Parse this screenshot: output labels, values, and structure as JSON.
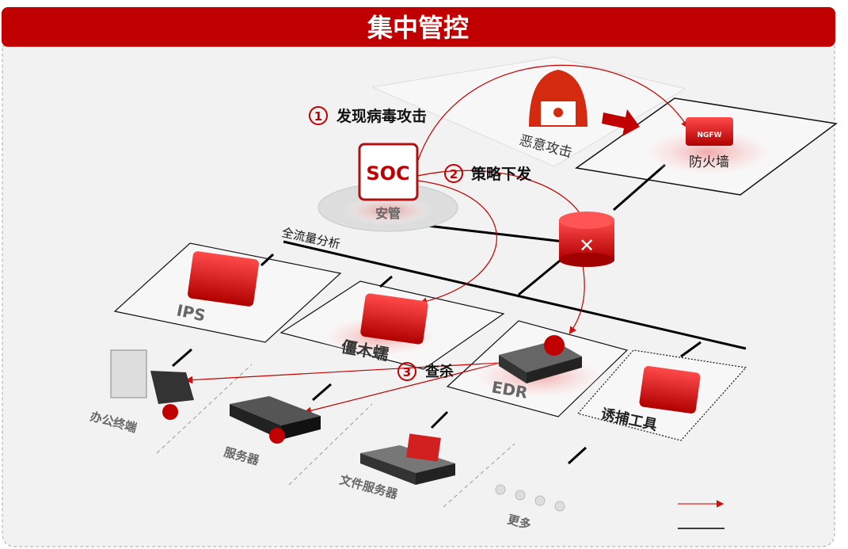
{
  "header": {
    "title": "集中管控"
  },
  "colors": {
    "accent": "#c00000",
    "arrow": "#e02020",
    "background": "#f2f2f2"
  },
  "steps": [
    {
      "num": "1",
      "label": "发现病毒攻击"
    },
    {
      "num": "2",
      "label": "策略下发"
    },
    {
      "num": "3",
      "label": "查杀"
    }
  ],
  "nodes": {
    "soc": {
      "icon_text": "SOC",
      "label": "安管"
    },
    "attack": {
      "label": "恶意攻击"
    },
    "firewall": {
      "badge": "NGFW",
      "label": "防火墙"
    },
    "traffic": {
      "label": "全流量分析"
    },
    "ips": {
      "label": "IPS"
    },
    "malware": {
      "label": "僵木蠕"
    },
    "edr": {
      "label": "EDR"
    },
    "trap": {
      "label": "诱捕工具"
    }
  },
  "endpoints": [
    {
      "label": "办公终端"
    },
    {
      "label": "服务器"
    },
    {
      "label": "文件服务器"
    },
    {
      "label": "更多"
    }
  ]
}
